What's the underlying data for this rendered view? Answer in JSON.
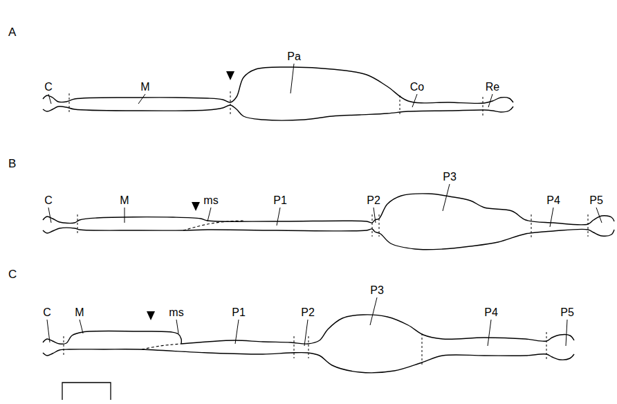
{
  "diagram": {
    "labels": [
      "A",
      "C",
      "M",
      "Pa",
      "Co",
      "Re",
      "B",
      "C",
      "M",
      "ms",
      "P1",
      "P2",
      "P3",
      "P4",
      "P5",
      "C",
      "C",
      "M",
      "ms",
      "P1",
      "P2",
      "P3",
      "P4",
      "P5"
    ]
  }
}
